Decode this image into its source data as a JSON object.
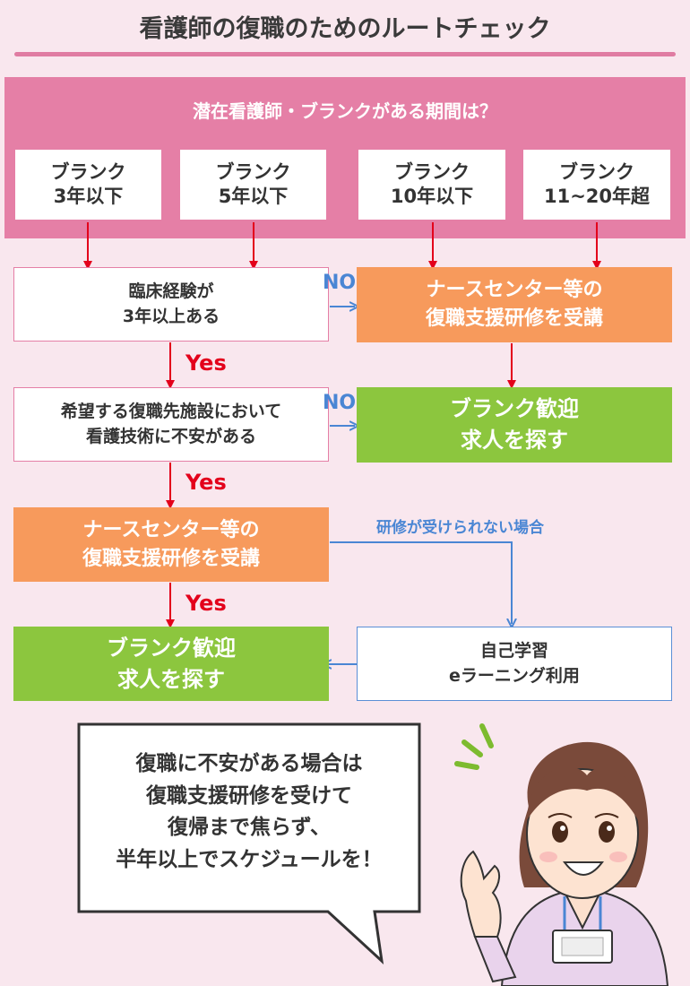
{
  "title": "看護師の復職のためのルートチェック",
  "question": "潜在看護師・ブランクがある期間は？",
  "categories": [
    {
      "line1": "ブランク",
      "line2": "3年以下"
    },
    {
      "line1": "ブランク",
      "line2": "5年以下"
    },
    {
      "line1": "ブランク",
      "line2": "10年以下"
    },
    {
      "line1": "ブランク",
      "line2": "11~20年超"
    }
  ],
  "nodes": {
    "experience": {
      "line1": "臨床経験が",
      "line2": "3年以上ある"
    },
    "training_right": {
      "line1": "ナースセンター等の",
      "line2": "復職支援研修を受講"
    },
    "anxiety": {
      "line1": "希望する復職先施設において",
      "line2": "看護技術に不安がある"
    },
    "welcome_right": {
      "line1": "ブランク歓迎",
      "line2": "求人を探す"
    },
    "training_left": {
      "line1": "ナースセンター等の",
      "line2": "復職支援研修を受講"
    },
    "welcome_left": {
      "line1": "ブランク歓迎",
      "line2": "求人を探す"
    },
    "self_study": {
      "line1": "自己学習",
      "line2": "eラーニング利用"
    }
  },
  "labels": {
    "no": "NO",
    "yes": "Yes",
    "not_available": "研修が受けられない場合"
  },
  "bubble": {
    "line1": "復職に不安がある場合は",
    "line2": "復職支援研修を受けて",
    "line3": "復帰まで焦らず、",
    "line4": "半年以上でスケジュールを！"
  },
  "colors": {
    "pink": "#e57fa6",
    "orange": "#f79a5c",
    "green": "#8cc63e",
    "blue": "#4a86d4",
    "red": "#e3001b",
    "background": "#f9e7ee"
  }
}
